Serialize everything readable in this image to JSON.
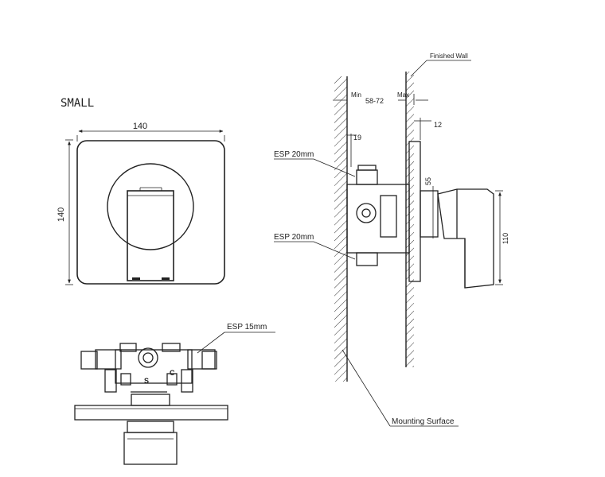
{
  "title": "SMALL",
  "front_view": {
    "width_dim": "140",
    "height_dim": "140"
  },
  "bottom_view": {
    "esp_label": "ESP 15mm",
    "mark_s": "S",
    "mark_c": "C"
  },
  "side_view": {
    "finished_wall": "Finished Wall",
    "min_label": "Min",
    "max_label": "Max",
    "range_label": "58-72",
    "dim_19": "19",
    "dim_12": "12",
    "dim_55": "55",
    "dim_110": "110",
    "esp_top": "ESP 20mm",
    "esp_bottom": "ESP 20mm",
    "mounting_surface": "Mounting Surface"
  }
}
